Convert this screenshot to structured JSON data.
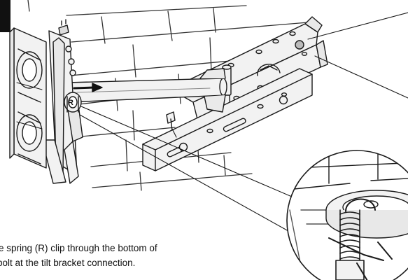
{
  "figure": {
    "callout_letter": "R",
    "colors": {
      "line": "#1a1a1a",
      "wall_line": "#333333",
      "fill_light": "#f2f2f2",
      "fill_metal": "#e8e8e8",
      "accent": "#bbbbbb"
    }
  },
  "caption": {
    "line1": "e spring (R) clip through the bottom of",
    "line2": "bolt at the tilt bracket connection."
  }
}
